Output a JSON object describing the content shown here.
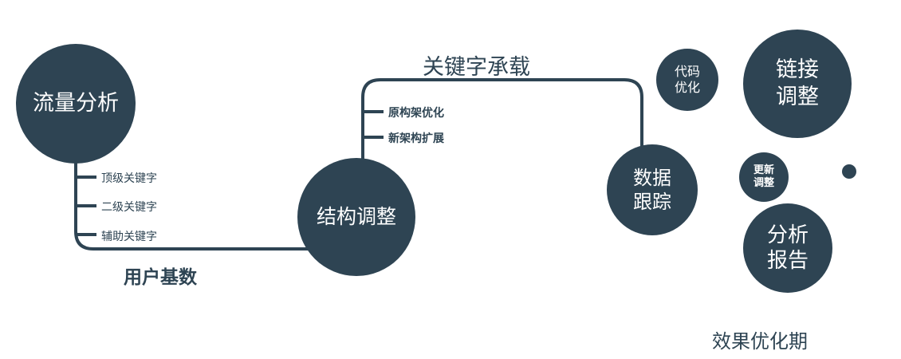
{
  "colors": {
    "primary": "#2e4453",
    "background": "#ffffff",
    "circle_text": "#ffffff"
  },
  "nodes": {
    "traffic": {
      "label": "流量分析"
    },
    "structure": {
      "label": "结构调整"
    },
    "tracking": {
      "line1": "数据",
      "line2": "跟踪"
    },
    "code": {
      "line1": "代码",
      "line2": "优化"
    },
    "link": {
      "line1": "链接",
      "line2": "调整"
    },
    "update": {
      "line1": "更新",
      "line2": "调整"
    },
    "report": {
      "line1": "分析",
      "line2": "报告"
    }
  },
  "branches": {
    "traffic": [
      "顶级关键字",
      "二级关键字",
      "辅助关键字"
    ],
    "structure": [
      "原构架优化",
      "新架构扩展"
    ]
  },
  "labels": {
    "user_base": "用户基数",
    "keyword_carry": "关键字承载",
    "effect_period": "效果优化期"
  }
}
